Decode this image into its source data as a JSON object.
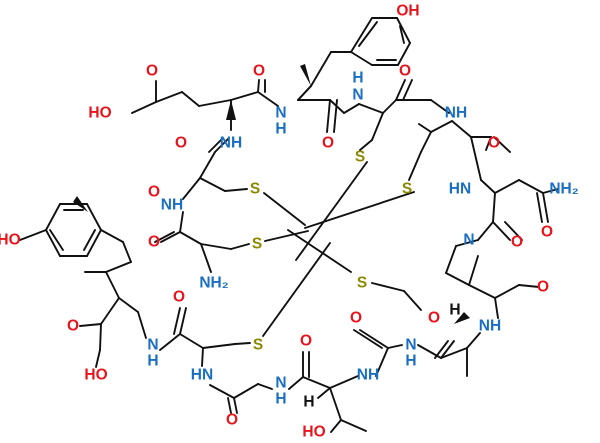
{
  "colors": {
    "bond": "#111111",
    "O": "#e8141c",
    "N": "#1a6fc2",
    "S": "#8a8a00",
    "H": "#111111",
    "C": "#111111",
    "background": "#ffffff"
  },
  "atoms": [
    {
      "id": "OH_top",
      "text": "OH",
      "el": "O"
    },
    {
      "id": "O_glu_acid",
      "text": "O",
      "el": "O"
    },
    {
      "id": "HO_glu",
      "text": "HO",
      "el": "O"
    },
    {
      "id": "O_glu_co",
      "text": "O",
      "el": "O"
    },
    {
      "id": "H_nh_tyr",
      "text": "H",
      "el": "N"
    },
    {
      "id": "N_nh_tyr",
      "text": "N",
      "el": "N"
    },
    {
      "id": "N_nh_glu",
      "text": "NH",
      "el": "N"
    },
    {
      "id": "N_top_amide",
      "text": "N",
      "el": "N"
    },
    {
      "id": "H_top_amide",
      "text": "H",
      "el": "N"
    },
    {
      "id": "O_tyr_co",
      "text": "O",
      "el": "O"
    },
    {
      "id": "O_cys1_co",
      "text": "O",
      "el": "O"
    },
    {
      "id": "N_nh_cys2",
      "text": "NH",
      "el": "N"
    },
    {
      "id": "O_cys_upper",
      "text": "O",
      "el": "O"
    },
    {
      "id": "S_top_mid",
      "text": "S",
      "el": "S"
    },
    {
      "id": "O_asn_co",
      "text": "O",
      "el": "O"
    },
    {
      "id": "S_upper_right",
      "text": "S",
      "el": "S"
    },
    {
      "id": "HN_asn",
      "text": "HN",
      "el": "N"
    },
    {
      "id": "NH2_asn",
      "text": "NH₂",
      "el": "N"
    },
    {
      "id": "O_asn_side",
      "text": "O",
      "el": "O"
    },
    {
      "id": "O_pro_co",
      "text": "O",
      "el": "O"
    },
    {
      "id": "N_pro",
      "text": "N",
      "el": "N"
    },
    {
      "id": "O_pro_co2",
      "text": "O",
      "el": "O"
    },
    {
      "id": "H_pro",
      "text": "H",
      "el": "H"
    },
    {
      "id": "N_nh_ala",
      "text": "NH",
      "el": "N"
    },
    {
      "id": "O_left_co",
      "text": "O",
      "el": "O"
    },
    {
      "id": "N_nh_left",
      "text": "NH",
      "el": "N"
    },
    {
      "id": "S_left_upper",
      "text": "S",
      "el": "S"
    },
    {
      "id": "S_left_lower",
      "text": "S",
      "el": "S"
    },
    {
      "id": "O_left_co2",
      "text": "O",
      "el": "O"
    },
    {
      "id": "NH2_left",
      "text": "NH₂",
      "el": "N"
    },
    {
      "id": "HO_tyr2",
      "text": "HO",
      "el": "O"
    },
    {
      "id": "S_mid_right",
      "text": "S",
      "el": "S"
    },
    {
      "id": "O_cys_bot",
      "text": "O",
      "el": "O"
    },
    {
      "id": "O_ala_co",
      "text": "O",
      "el": "O"
    },
    {
      "id": "N_nh_cysbot",
      "text": "N",
      "el": "N"
    },
    {
      "id": "H_nh_cysbot",
      "text": "H",
      "el": "N"
    },
    {
      "id": "O_acid_bot",
      "text": "O",
      "el": "O"
    },
    {
      "id": "N_nh_bot_left",
      "text": "N",
      "el": "N"
    },
    {
      "id": "H_nh_bot_left",
      "text": "H",
      "el": "N"
    },
    {
      "id": "O_cys_bot_left",
      "text": "O",
      "el": "O"
    },
    {
      "id": "S_bot_left",
      "text": "S",
      "el": "S"
    },
    {
      "id": "HO_acid_bot",
      "text": "HO",
      "el": "O"
    },
    {
      "id": "O_thr_co",
      "text": "O",
      "el": "O"
    },
    {
      "id": "N_nh_thr",
      "text": "NH",
      "el": "N"
    },
    {
      "id": "HN_gly",
      "text": "HN",
      "el": "N"
    },
    {
      "id": "N_nh_gly2",
      "text": "N",
      "el": "N"
    },
    {
      "id": "H_nh_gly2",
      "text": "H",
      "el": "N"
    },
    {
      "id": "H_thr",
      "text": "H",
      "el": "H"
    },
    {
      "id": "O_gly_co",
      "text": "O",
      "el": "O"
    },
    {
      "id": "HO_thr",
      "text": "HO",
      "el": "O"
    }
  ]
}
